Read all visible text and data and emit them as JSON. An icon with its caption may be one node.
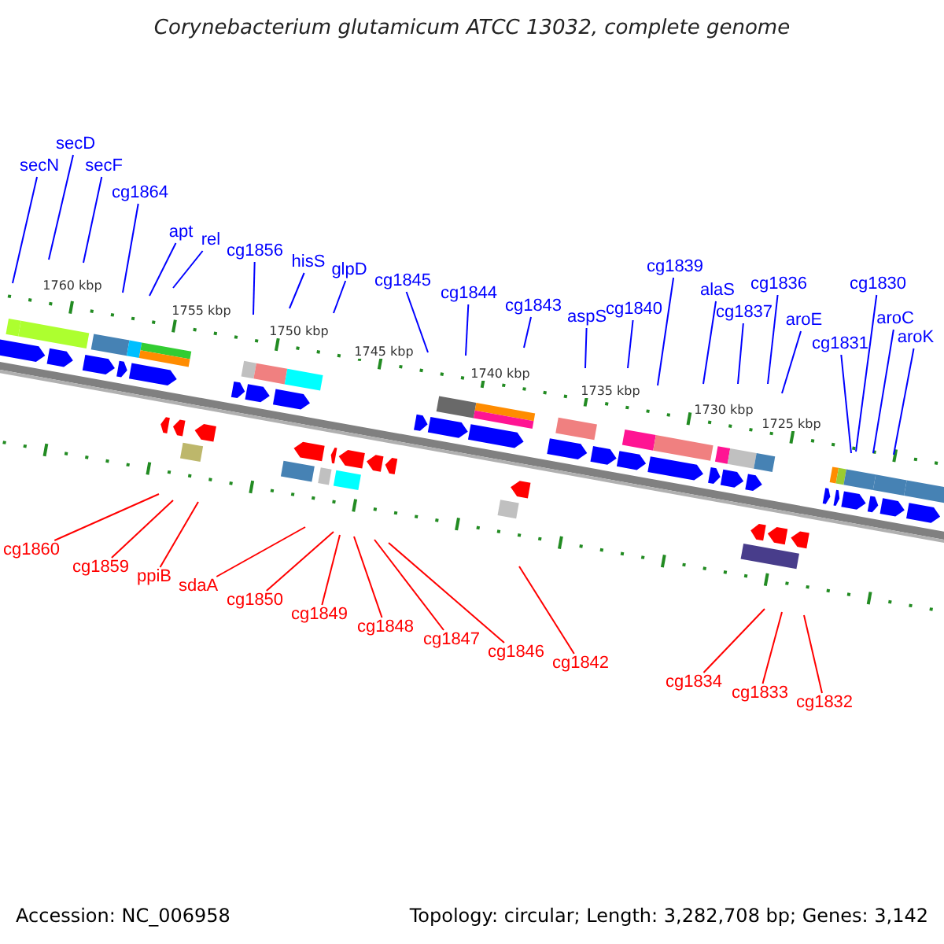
{
  "diagram": {
    "title": "Corynebacterium glutamicum ATCC 13032, complete genome",
    "nodes": [
      {
        "text": [
          "secN"
        ]
      },
      {
        "text": [
          "secD"
        ]
      },
      {
        "text": [
          "secF"
        ]
      },
      {
        "text": [
          "cg1864"
        ]
      },
      {
        "text": [
          "apt"
        ]
      },
      {
        "text": [
          "rel"
        ]
      },
      {
        "text": [
          "cg1856"
        ]
      },
      {
        "text": [
          "hisS"
        ]
      },
      {
        "text": [
          "glpD"
        ]
      },
      {
        "text": [
          "cg1845"
        ]
      },
      {
        "text": [
          "cg1844"
        ]
      },
      {
        "text": [
          "cg1843"
        ]
      },
      {
        "text": [
          "aspS"
        ]
      },
      {
        "text": [
          "cg1840"
        ]
      },
      {
        "text": [
          "cg1839"
        ]
      },
      {
        "text": [
          "alaS"
        ]
      },
      {
        "text": [
          "cg1837"
        ]
      },
      {
        "text": [
          "cg1836"
        ]
      },
      {
        "text": [
          "aroE"
        ]
      },
      {
        "text": [
          "cg1831"
        ]
      },
      {
        "text": [
          "cg1830"
        ]
      },
      {
        "text": [
          "aroC"
        ]
      },
      {
        "text": [
          "aroK"
        ]
      },
      {
        "text": [
          "cg1860"
        ]
      },
      {
        "text": [
          "cg1859"
        ]
      },
      {
        "text": [
          "ppiB"
        ]
      },
      {
        "text": [
          "sdaA"
        ]
      },
      {
        "text": [
          "cg1850"
        ]
      },
      {
        "text": [
          "cg1849"
        ]
      },
      {
        "text": [
          "cg1848"
        ]
      },
      {
        "text": [
          "cg1847"
        ]
      },
      {
        "text": [
          "cg1846"
        ]
      },
      {
        "text": [
          "cg1842"
        ]
      },
      {
        "text": [
          "cg1834"
        ]
      },
      {
        "text": [
          "cg1833"
        ]
      },
      {
        "text": [
          "cg1832"
        ]
      }
    ],
    "edges": [
      {
        "from": 0,
        "to": null,
        "arrow": "none"
      },
      {
        "from": 1,
        "to": null,
        "arrow": "none"
      },
      {
        "from": 2,
        "to": null,
        "arrow": "none"
      },
      {
        "from": 3,
        "to": null,
        "arrow": "none"
      },
      {
        "from": 4,
        "to": null,
        "arrow": "none"
      },
      {
        "from": 5,
        "to": null,
        "arrow": "none"
      },
      {
        "from": 6,
        "to": null,
        "arrow": "none"
      },
      {
        "from": 7,
        "to": null,
        "arrow": "none"
      },
      {
        "from": 8,
        "to": null,
        "arrow": "none"
      },
      {
        "from": 9,
        "to": null,
        "arrow": "none"
      },
      {
        "from": 10,
        "to": null,
        "arrow": "none"
      },
      {
        "from": 11,
        "to": null,
        "arrow": "none"
      },
      {
        "from": 12,
        "to": null,
        "arrow": "none"
      },
      {
        "from": 13,
        "to": null,
        "arrow": "none"
      },
      {
        "from": 14,
        "to": null,
        "arrow": "none"
      },
      {
        "from": 15,
        "to": null,
        "arrow": "none"
      },
      {
        "from": 16,
        "to": null,
        "arrow": "none"
      },
      {
        "from": 17,
        "to": null,
        "arrow": "none"
      },
      {
        "from": 18,
        "to": null,
        "arrow": "none"
      },
      {
        "from": 19,
        "to": null,
        "arrow": "none"
      },
      {
        "from": 20,
        "to": null,
        "arrow": "none"
      },
      {
        "from": 21,
        "to": null,
        "arrow": "none"
      },
      {
        "from": 22,
        "to": null,
        "arrow": "none"
      },
      {
        "from": 23,
        "to": null,
        "arrow": "none",
        "color": "#ff0000"
      },
      {
        "from": 24,
        "to": null,
        "arrow": "none",
        "color": "#ff0000"
      },
      {
        "from": 25,
        "to": null,
        "arrow": "none",
        "color": "#ff0000"
      },
      {
        "from": 26,
        "to": null,
        "arrow": "none",
        "color": "#ff0000"
      },
      {
        "from": 27,
        "to": null,
        "arrow": "none",
        "color": "#ff0000"
      },
      {
        "from": 28,
        "to": null,
        "arrow": "none",
        "color": "#ff0000"
      },
      {
        "from": 29,
        "to": null,
        "arrow": "none",
        "color": "#ff0000"
      },
      {
        "from": 30,
        "to": null,
        "arrow": "none",
        "color": "#ff0000"
      },
      {
        "from": 31,
        "to": null,
        "arrow": "none",
        "color": "#ff0000"
      },
      {
        "from": 32,
        "to": null,
        "arrow": "none",
        "color": "#ff0000"
      },
      {
        "from": 33,
        "to": null,
        "arrow": "none",
        "color": "#ff0000"
      },
      {
        "from": 34,
        "to": null,
        "arrow": "none",
        "color": "#ff0000"
      },
      {
        "from": 35,
        "to": null,
        "arrow": "none",
        "color": "#ff0000"
      }
    ],
    "labels": [
      "1760 kbp",
      "1755 kbp",
      "1750 kbp",
      "1745 kbp",
      "1740 kbp",
      "1735 kbp",
      "1730 kbp",
      "1725 kbp",
      "Accession: NC_006958",
      "Topology: circular; Length: 3,282,708 bp; Genes: 3,142"
    ]
  }
}
